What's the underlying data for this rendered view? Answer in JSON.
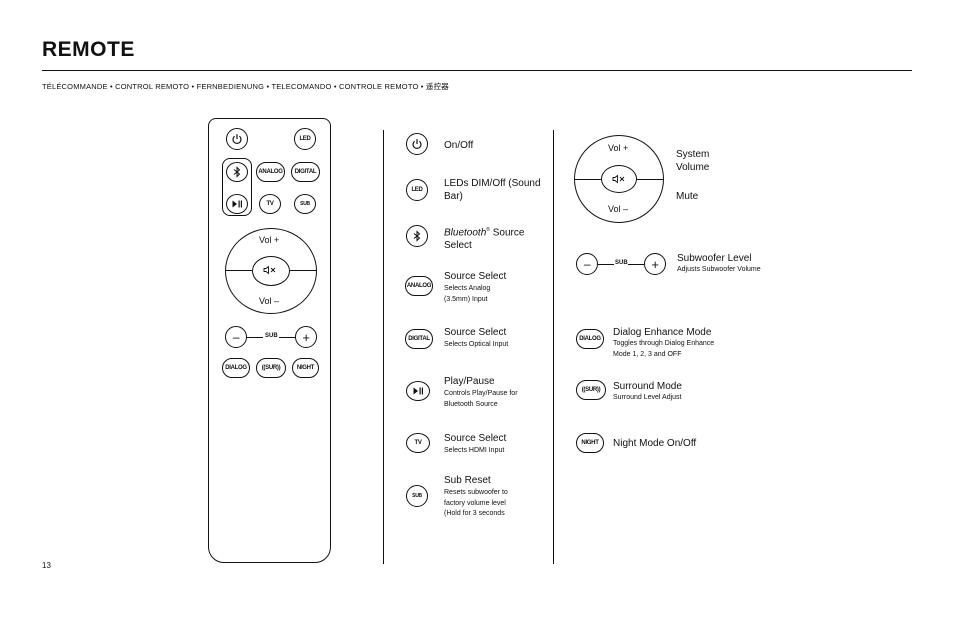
{
  "page": {
    "title": "REMOTE",
    "subtitle": "TÉLÉCOMMANDE • CONTROL REMOTO • FERNBEDIENUNG • TELECOMANDO • CONTROLE REMOTO • 遥控器",
    "page_number": "13"
  },
  "remote": {
    "power_icon": "power-icon",
    "led": "LED",
    "bluetooth_icon": "bluetooth-icon",
    "analog": "ANALOG",
    "digital": "DIGITAL",
    "play_pause_icon": "play-pause-icon",
    "tv": "TV",
    "sub_reset": "SUB",
    "vol_plus": "Vol +",
    "vol_minus": "Vol –",
    "mute_icon": "mute-icon",
    "minus": "–",
    "sub": "SUB",
    "plus": "+",
    "dialog": "DIALOG",
    "surr": "((SUR))",
    "night": "NIGHT"
  },
  "legend_left": [
    {
      "key": "onoff",
      "title": "On/Off"
    },
    {
      "key": "leds",
      "title": "LEDs DIM/Off (Sound Bar)"
    },
    {
      "key": "bt",
      "title_italic": "Bluetooth",
      "title_sup": "®",
      "title_rest": " Source Select"
    },
    {
      "key": "analog",
      "title": "Source Select",
      "desc": "Selects Analog (3.5mm) Input"
    },
    {
      "key": "digital",
      "title": "Source Select",
      "desc": "Selects Optical Input"
    },
    {
      "key": "play",
      "title": "Play/Pause",
      "desc": "Controls Play/Pause for Bluetooth Source"
    },
    {
      "key": "tv",
      "title": "Source Select",
      "desc": "Selects HDMI Input"
    },
    {
      "key": "subreset",
      "title": "Sub Reset",
      "desc": "Resets subwoofer to factory volume level (Hold for 3 seconds"
    }
  ],
  "legend_right": {
    "system_volume": "System Volume",
    "mute": "Mute",
    "subwoofer_title": "Subwoofer Level",
    "subwoofer_desc": "Adjusts Subwoofer Volume",
    "dialog_title": "Dialog Enhance Mode",
    "dialog_desc": "Toggles through Dialog Enhance Mode 1, 2, 3 and OFF",
    "surround_title": "Surround Mode",
    "surround_desc": "Surround Level Adjust",
    "night_title": "Night Mode On/Off"
  }
}
